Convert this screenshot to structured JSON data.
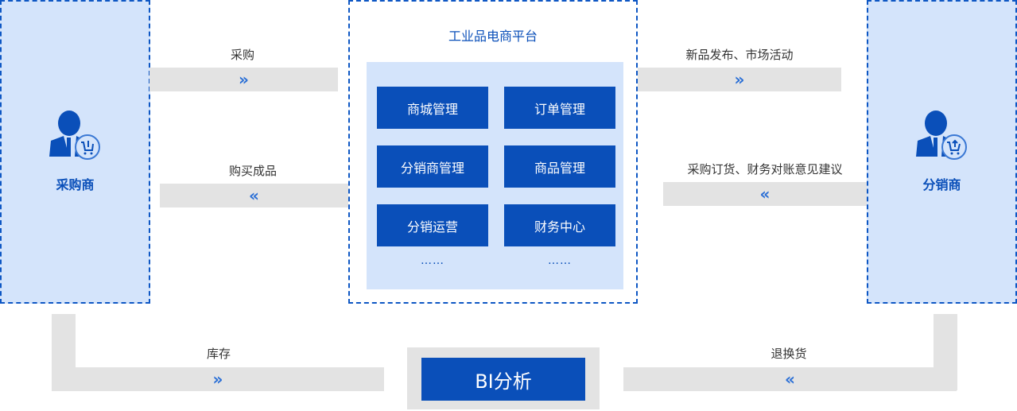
{
  "left_party": {
    "label": "采购商",
    "icon": "buyer-cart-icon"
  },
  "right_party": {
    "label": "分销商",
    "icon": "distributor-cart-icon"
  },
  "platform": {
    "title": "工业品电商平台",
    "modules": [
      "商城管理",
      "订单管理",
      "分销商管理",
      "商品管理",
      "分销运营",
      "财务中心"
    ],
    "more": [
      "……",
      "……"
    ]
  },
  "flows": {
    "purchase": "采购",
    "buy_products": "购买成品",
    "new_products": "新品发布、市场活动",
    "orders_finance": "采购订货、财务对账意见建议",
    "inventory": "库存",
    "returns": "退换货"
  },
  "bi": {
    "label": "BI分析"
  },
  "arrows": {
    "right": "»",
    "left": "«"
  },
  "colors": {
    "accent": "#0a4fb9",
    "panel": "#d4e4fb",
    "band": "#e3e3e3"
  }
}
